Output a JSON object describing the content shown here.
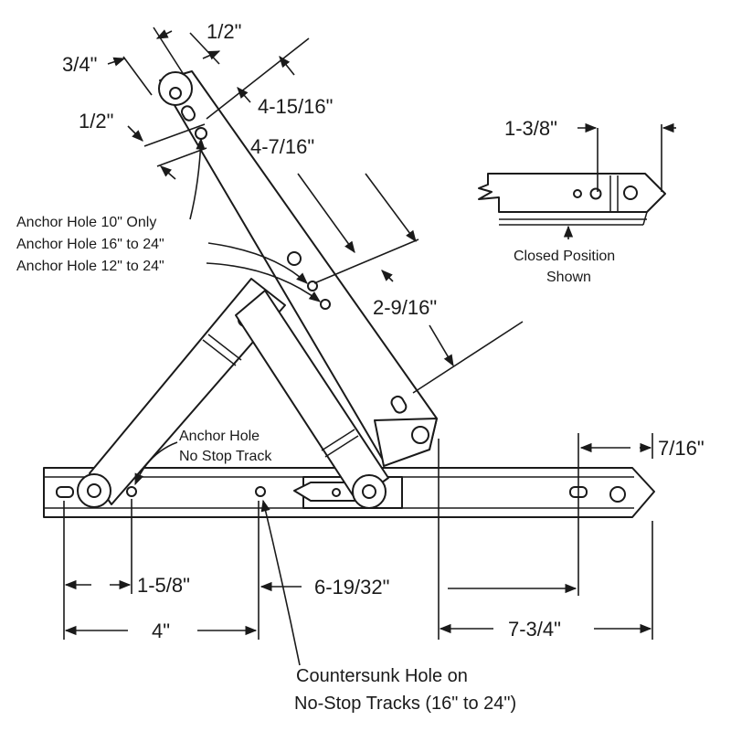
{
  "dimensions": {
    "top_half": "1/2\"",
    "three_quarter": "3/4\"",
    "left_half": "1/2\"",
    "four_15_16": "4-15/16\"",
    "four_7_16": "4-7/16\"",
    "two_9_16": "2-9/16\"",
    "one_3_8": "1-3/8\"",
    "seven_16": "7/16\"",
    "one_5_8": "1-5/8\"",
    "six_19_32": "6-19/32\"",
    "four": "4\"",
    "seven_3_4": "7-3/4\""
  },
  "labels": {
    "anchor_10": "Anchor Hole 10\" Only",
    "anchor_16_24": "Anchor Hole 16\" to 24\"",
    "anchor_12_24": "Anchor Hole 12\" to 24\"",
    "anchor_no_stop_line1": "Anchor Hole",
    "anchor_no_stop_line2": "No Stop Track",
    "closed_line1": "Closed Position",
    "closed_line2": "Shown",
    "countersunk_line1": "Countersunk Hole on",
    "countersunk_line2": "No-Stop Tracks (16\" to 24\")"
  }
}
